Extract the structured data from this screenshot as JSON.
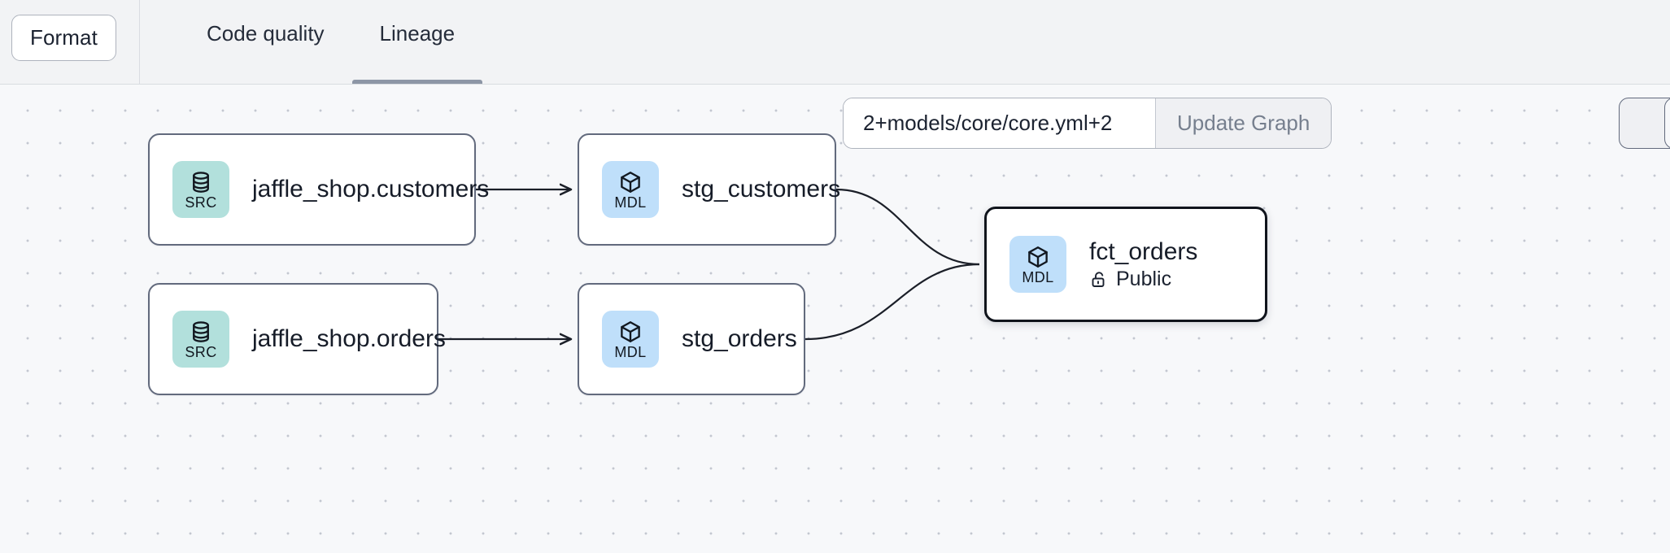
{
  "header": {
    "format_button": {
      "label": "Format",
      "icon": "format-icon"
    },
    "tabs": [
      {
        "id": "code-quality",
        "label": "Code quality",
        "active": false
      },
      {
        "id": "lineage",
        "label": "Lineage",
        "active": true
      }
    ]
  },
  "graph_controls": {
    "selector_value": "2+models/core/core.yml+2",
    "selector_placeholder": "Enter selector",
    "update_button_label": "Update Graph"
  },
  "graph": {
    "nodes": [
      {
        "id": "src-customers",
        "title": "jaffle_shop.customers",
        "badge_label": "SRC",
        "badge_type": "src",
        "badge_icon": "database-icon",
        "selected": false,
        "subtitle": null
      },
      {
        "id": "stg-customers",
        "title": "stg_customers",
        "badge_label": "MDL",
        "badge_type": "mdl",
        "badge_icon": "cube-icon",
        "selected": false,
        "subtitle": null
      },
      {
        "id": "src-orders",
        "title": "jaffle_shop.orders",
        "badge_label": "SRC",
        "badge_type": "src",
        "badge_icon": "database-icon",
        "selected": false,
        "subtitle": null
      },
      {
        "id": "stg-orders",
        "title": "stg_orders",
        "badge_label": "MDL",
        "badge_type": "mdl",
        "badge_icon": "cube-icon",
        "selected": false,
        "subtitle": null
      },
      {
        "id": "fct-orders",
        "title": "fct_orders",
        "badge_label": "MDL",
        "badge_type": "mdl",
        "badge_icon": "cube-icon",
        "selected": true,
        "subtitle": "Public",
        "subtitle_icon": "unlock-icon"
      }
    ],
    "edges": [
      {
        "from": "src-customers",
        "to": "stg-customers"
      },
      {
        "from": "src-orders",
        "to": "stg-orders"
      },
      {
        "from": "stg-customers",
        "to": "fct-orders"
      },
      {
        "from": "stg-orders",
        "to": "fct-orders"
      }
    ]
  },
  "colors": {
    "header_bg": "#f2f3f5",
    "canvas_bg": "#f7f8fa",
    "grid_dot": "#c3c7d0",
    "node_border": "#626a7d",
    "node_border_selected": "#10141c",
    "badge_src_bg": "#b2e0dc",
    "badge_mdl_bg": "#bfdffa",
    "text_primary": "#161c28",
    "text_muted": "#767f8e",
    "edge_stroke": "#1b1f28"
  }
}
